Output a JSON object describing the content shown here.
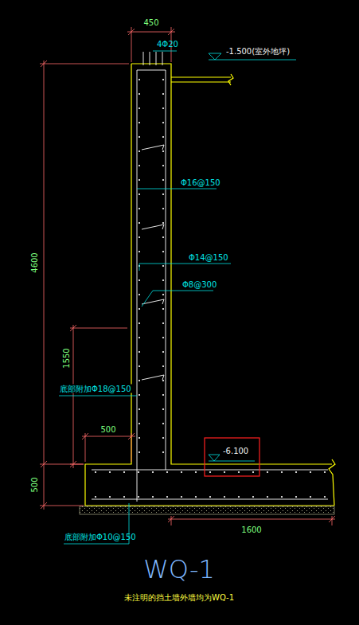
{
  "diagram": {
    "title": "WQ-1",
    "caption": "未注明的挡土墙外墙均为WQ-1",
    "labels": [
      "450",
      "4Φ20",
      "-1.500(室外地坪)",
      "4600",
      "Φ16@150",
      "Φ14@150",
      "Φ8@300",
      "1550",
      "底部附加Φ18@150",
      "500",
      "-6.100",
      "500",
      "底部附加Φ10@150",
      "1600"
    ]
  }
}
